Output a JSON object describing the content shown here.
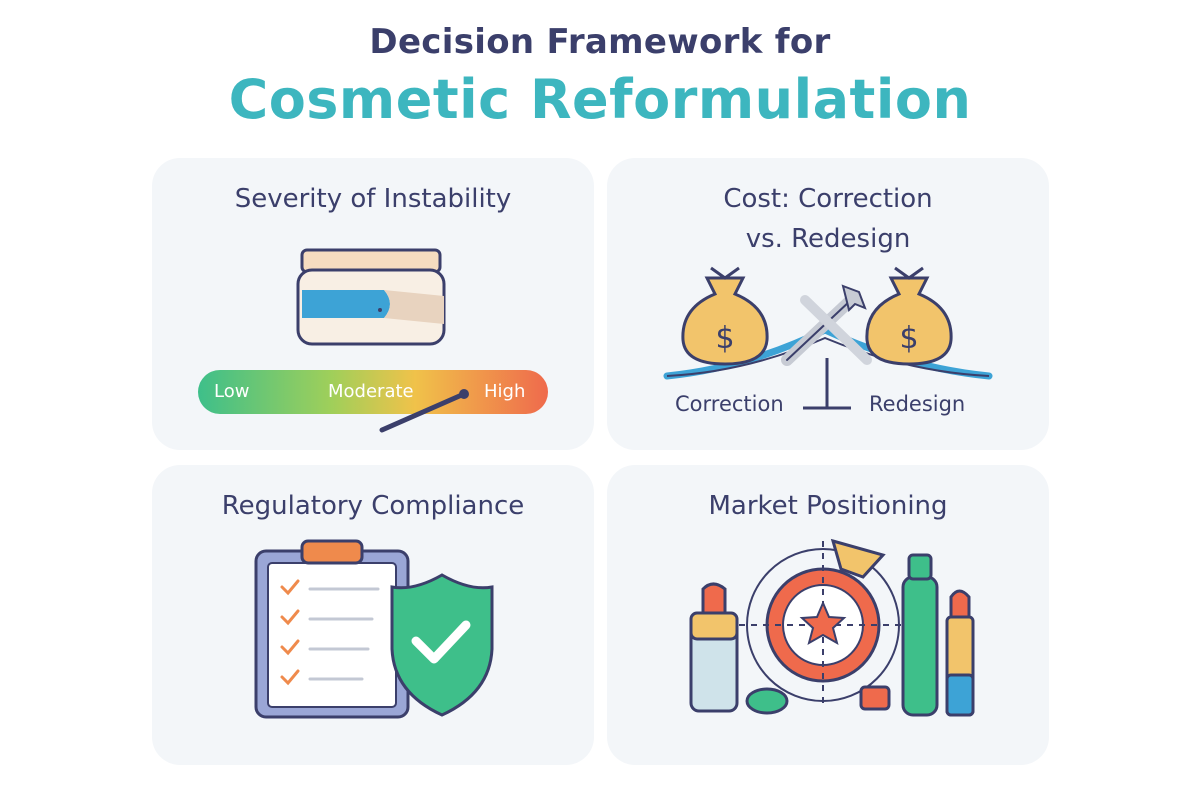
{
  "header": {
    "title_top": "Decision Framework for",
    "title_main": "Cosmetic Reformulation"
  },
  "cards": {
    "severity": {
      "title": "Severity of Instability",
      "gauge": {
        "low": "Low",
        "moderate": "Moderate",
        "high": "High"
      }
    },
    "cost": {
      "title_line1": "Cost: Correction",
      "title_line2": "vs. Redesign",
      "money_symbol": "$",
      "left_label": "Correction",
      "right_label": "Redesign"
    },
    "regulatory": {
      "title": "Regulatory Compliance"
    },
    "market": {
      "title": "Market Positioning"
    }
  },
  "colors": {
    "title_dark": "#3b3f6b",
    "title_accent": "#3db6bf",
    "card_bg": "#f3f6f9",
    "green": "#3ebf8a",
    "orange": "#ef6a4c",
    "gold": "#f2c46b",
    "navy": "#3b3f6b"
  }
}
